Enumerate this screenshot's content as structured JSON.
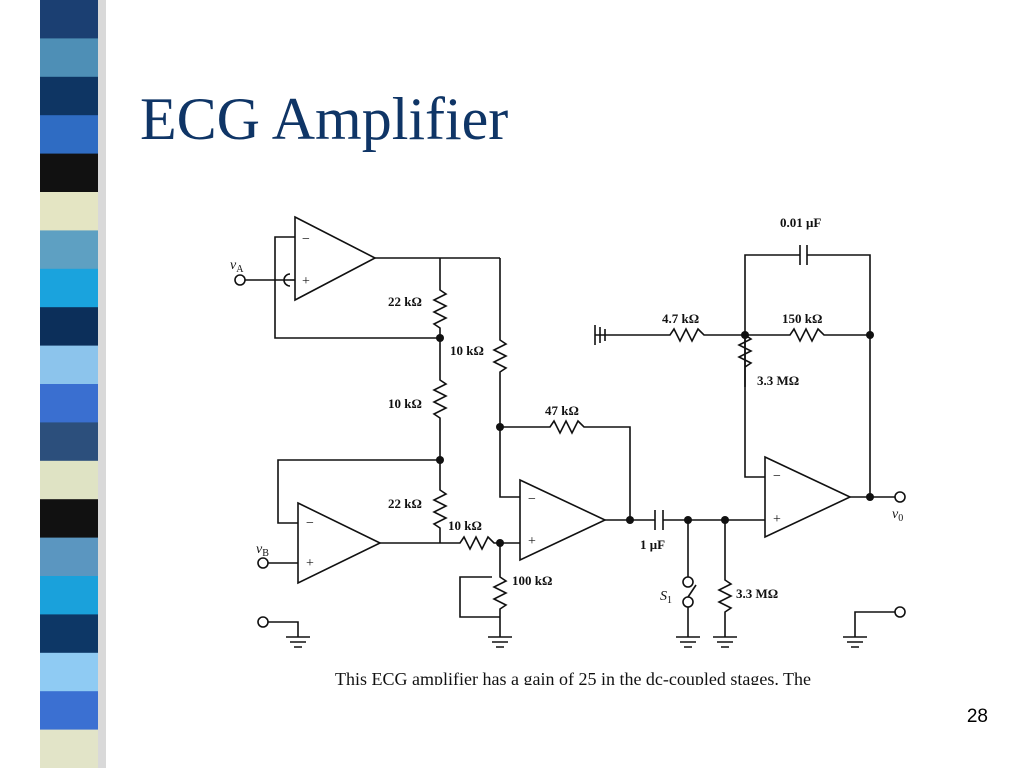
{
  "slide": {
    "title": "ECG Amplifier",
    "page_number": "28"
  },
  "stripe_colors": [
    "#1b3f72",
    "#4e8fb6",
    "#0e3563",
    "#2f6cc3",
    "#111111",
    "#e4e5c3",
    "#5ea0c2",
    "#1aa3dd",
    "#0c2f5a",
    "#8cc4ec",
    "#3a6fd0",
    "#2c4f7c",
    "#dfe3c4",
    "#111111",
    "#5b96c0",
    "#1aa1db",
    "#0d3766",
    "#8fcbf3",
    "#3b70d2",
    "#e2e4c8"
  ],
  "diagram": {
    "input_a_label": "v",
    "input_a_sub": "A",
    "input_b_label": "v",
    "input_b_sub": "B",
    "output_label": "v",
    "output_sub": "0",
    "opamp_minus": "−",
    "opamp_plus": "+",
    "r_22k_top": "22 kΩ",
    "r_10k_mid": "10 kΩ",
    "r_22k_bottom": "22 kΩ",
    "r_10k_vertical": "10 kΩ",
    "r_10k_input": "10 kΩ",
    "r_47k": "47 kΩ",
    "r_100k_pot": "100 kΩ",
    "c_1uf": "1 μF",
    "switch_s1": "S",
    "switch_s1_sub": "1",
    "r_3_3M_shunt": "3.3 MΩ",
    "r_4_7k": "4.7 kΩ",
    "r_150k": "150 kΩ",
    "r_3_3M_bias": "3.3 MΩ",
    "c_0_01uf": "0.01 μF"
  },
  "caption": "This ECG amplifier has a gain of 25 in the dc-coupled stages. The"
}
